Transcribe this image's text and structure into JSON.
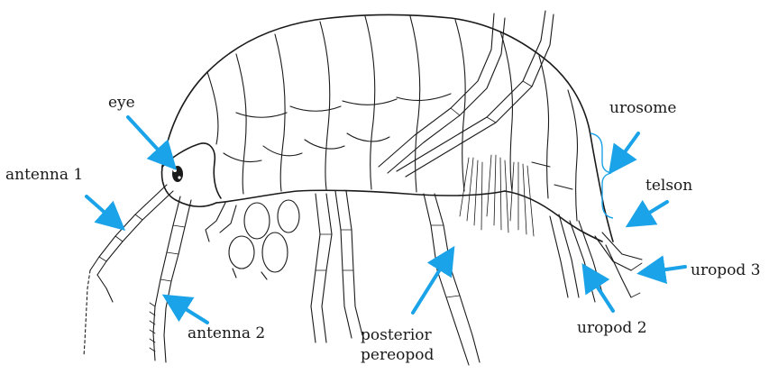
{
  "labels": {
    "eye": "eye",
    "antenna1": "antenna 1",
    "antenna2": "antenna 2",
    "posterior_pereopod_line1": "posterior",
    "posterior_pereopod_line2": "pereopod",
    "urosome": "urosome",
    "telson": "telson",
    "uropod2": "uropod 2",
    "uropod3": "uropod 3"
  },
  "colors": {
    "annotation": "#1aa3e8",
    "line_art": "#1a1a1a",
    "background": "#ffffff"
  }
}
